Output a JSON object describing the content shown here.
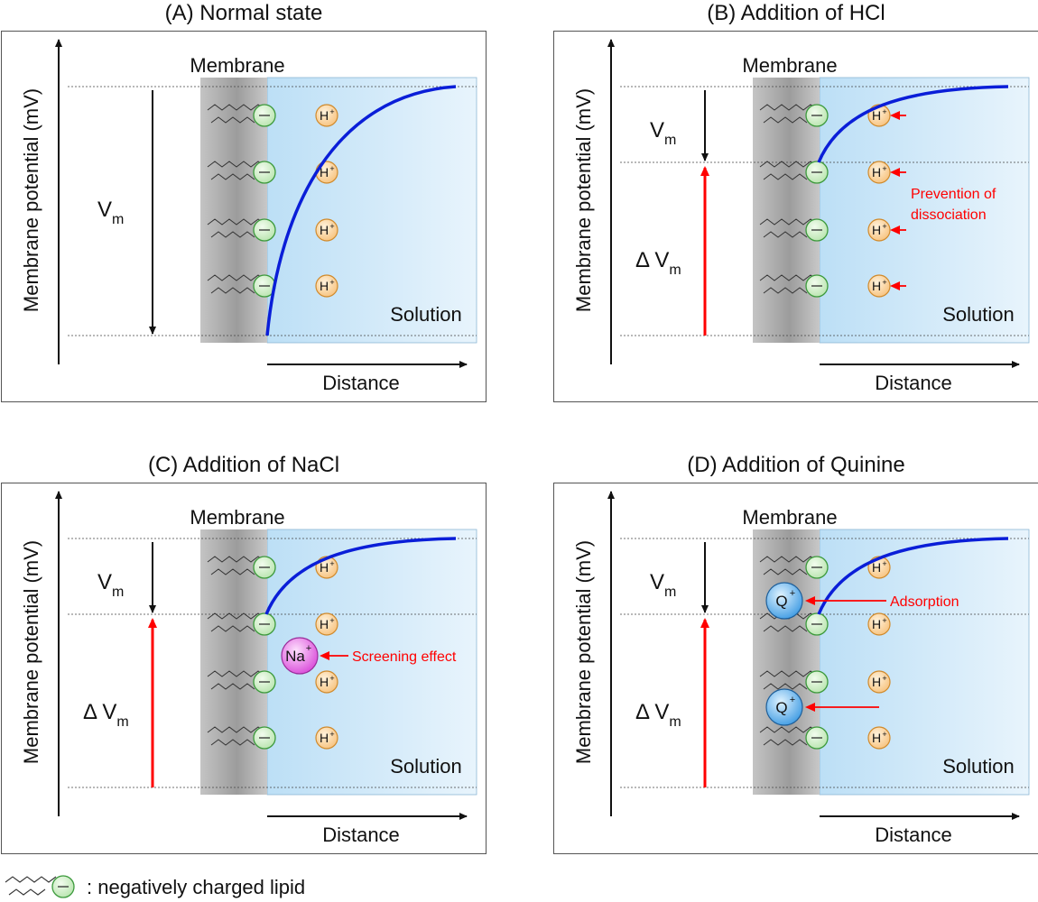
{
  "panels": [
    {
      "id": "A",
      "title": "(A) Normal state",
      "membrane_label": "Membrane",
      "solution_label": "Solution",
      "y_axis_label": "Membrane potential (mV)",
      "x_axis_label": "Distance",
      "vm_label": {
        "main": "V",
        "sub": "m"
      },
      "delta_vm_label": null,
      "ions": [
        "H",
        "H",
        "H",
        "H"
      ],
      "annotations": [],
      "extra_ions": []
    },
    {
      "id": "B",
      "title": "(B) Addition of HCl",
      "membrane_label": "Membrane",
      "solution_label": "Solution",
      "y_axis_label": "Membrane potential (mV)",
      "x_axis_label": "Distance",
      "vm_label": {
        "main": "V",
        "sub": "m"
      },
      "delta_vm_label": {
        "main": "Δ V",
        "sub": "m"
      },
      "ions": [
        "H",
        "H",
        "H",
        "H"
      ],
      "annotations": [
        {
          "text": "Prevention of",
          "text2": "dissociation"
        }
      ],
      "extra_ions": []
    },
    {
      "id": "C",
      "title": "(C) Addition of NaCl",
      "membrane_label": "Membrane",
      "solution_label": "Solution",
      "y_axis_label": "Membrane potential (mV)",
      "x_axis_label": "Distance",
      "vm_label": {
        "main": "V",
        "sub": "m"
      },
      "delta_vm_label": {
        "main": "Δ V",
        "sub": "m"
      },
      "ions": [
        "H",
        "H",
        "H",
        "H"
      ],
      "annotations": [
        {
          "text": "Screening effect"
        }
      ],
      "extra_ions": [
        {
          "label": "Na",
          "charge": "+"
        }
      ]
    },
    {
      "id": "D",
      "title": "(D) Addition of Quinine",
      "membrane_label": "Membrane",
      "solution_label": "Solution",
      "y_axis_label": "Membrane potential (mV)",
      "x_axis_label": "Distance",
      "vm_label": {
        "main": "V",
        "sub": "m"
      },
      "delta_vm_label": {
        "main": "Δ V",
        "sub": "m"
      },
      "ions": [
        "H",
        "H",
        "H",
        "H"
      ],
      "annotations": [
        {
          "text": "Adsorption"
        }
      ],
      "extra_ions": [
        {
          "label": "Q",
          "charge": "+"
        },
        {
          "label": "Q",
          "charge": "+"
        }
      ]
    }
  ],
  "ion_charge": "+",
  "lipid_charge_symbol": "—",
  "legend": {
    "text": ": negatively charged lipid"
  },
  "colors": {
    "curve": "#0a1ed8",
    "red_arrow": "#ff0000",
    "membrane_dark": "#9a9a9a",
    "membrane_light": "#d4d4d4",
    "solution_left": "#bfe0f6",
    "solution_right": "#e6f3fc",
    "negative_lipid_fill": "#d3f0cc",
    "negative_lipid_stroke": "#3c9a3c",
    "h_ion_fill": "#fbd9a5",
    "h_ion_stroke": "#d08a2c",
    "na_ion_fill": "#e65ce6",
    "q_ion_fill": "#4aa6e6"
  }
}
